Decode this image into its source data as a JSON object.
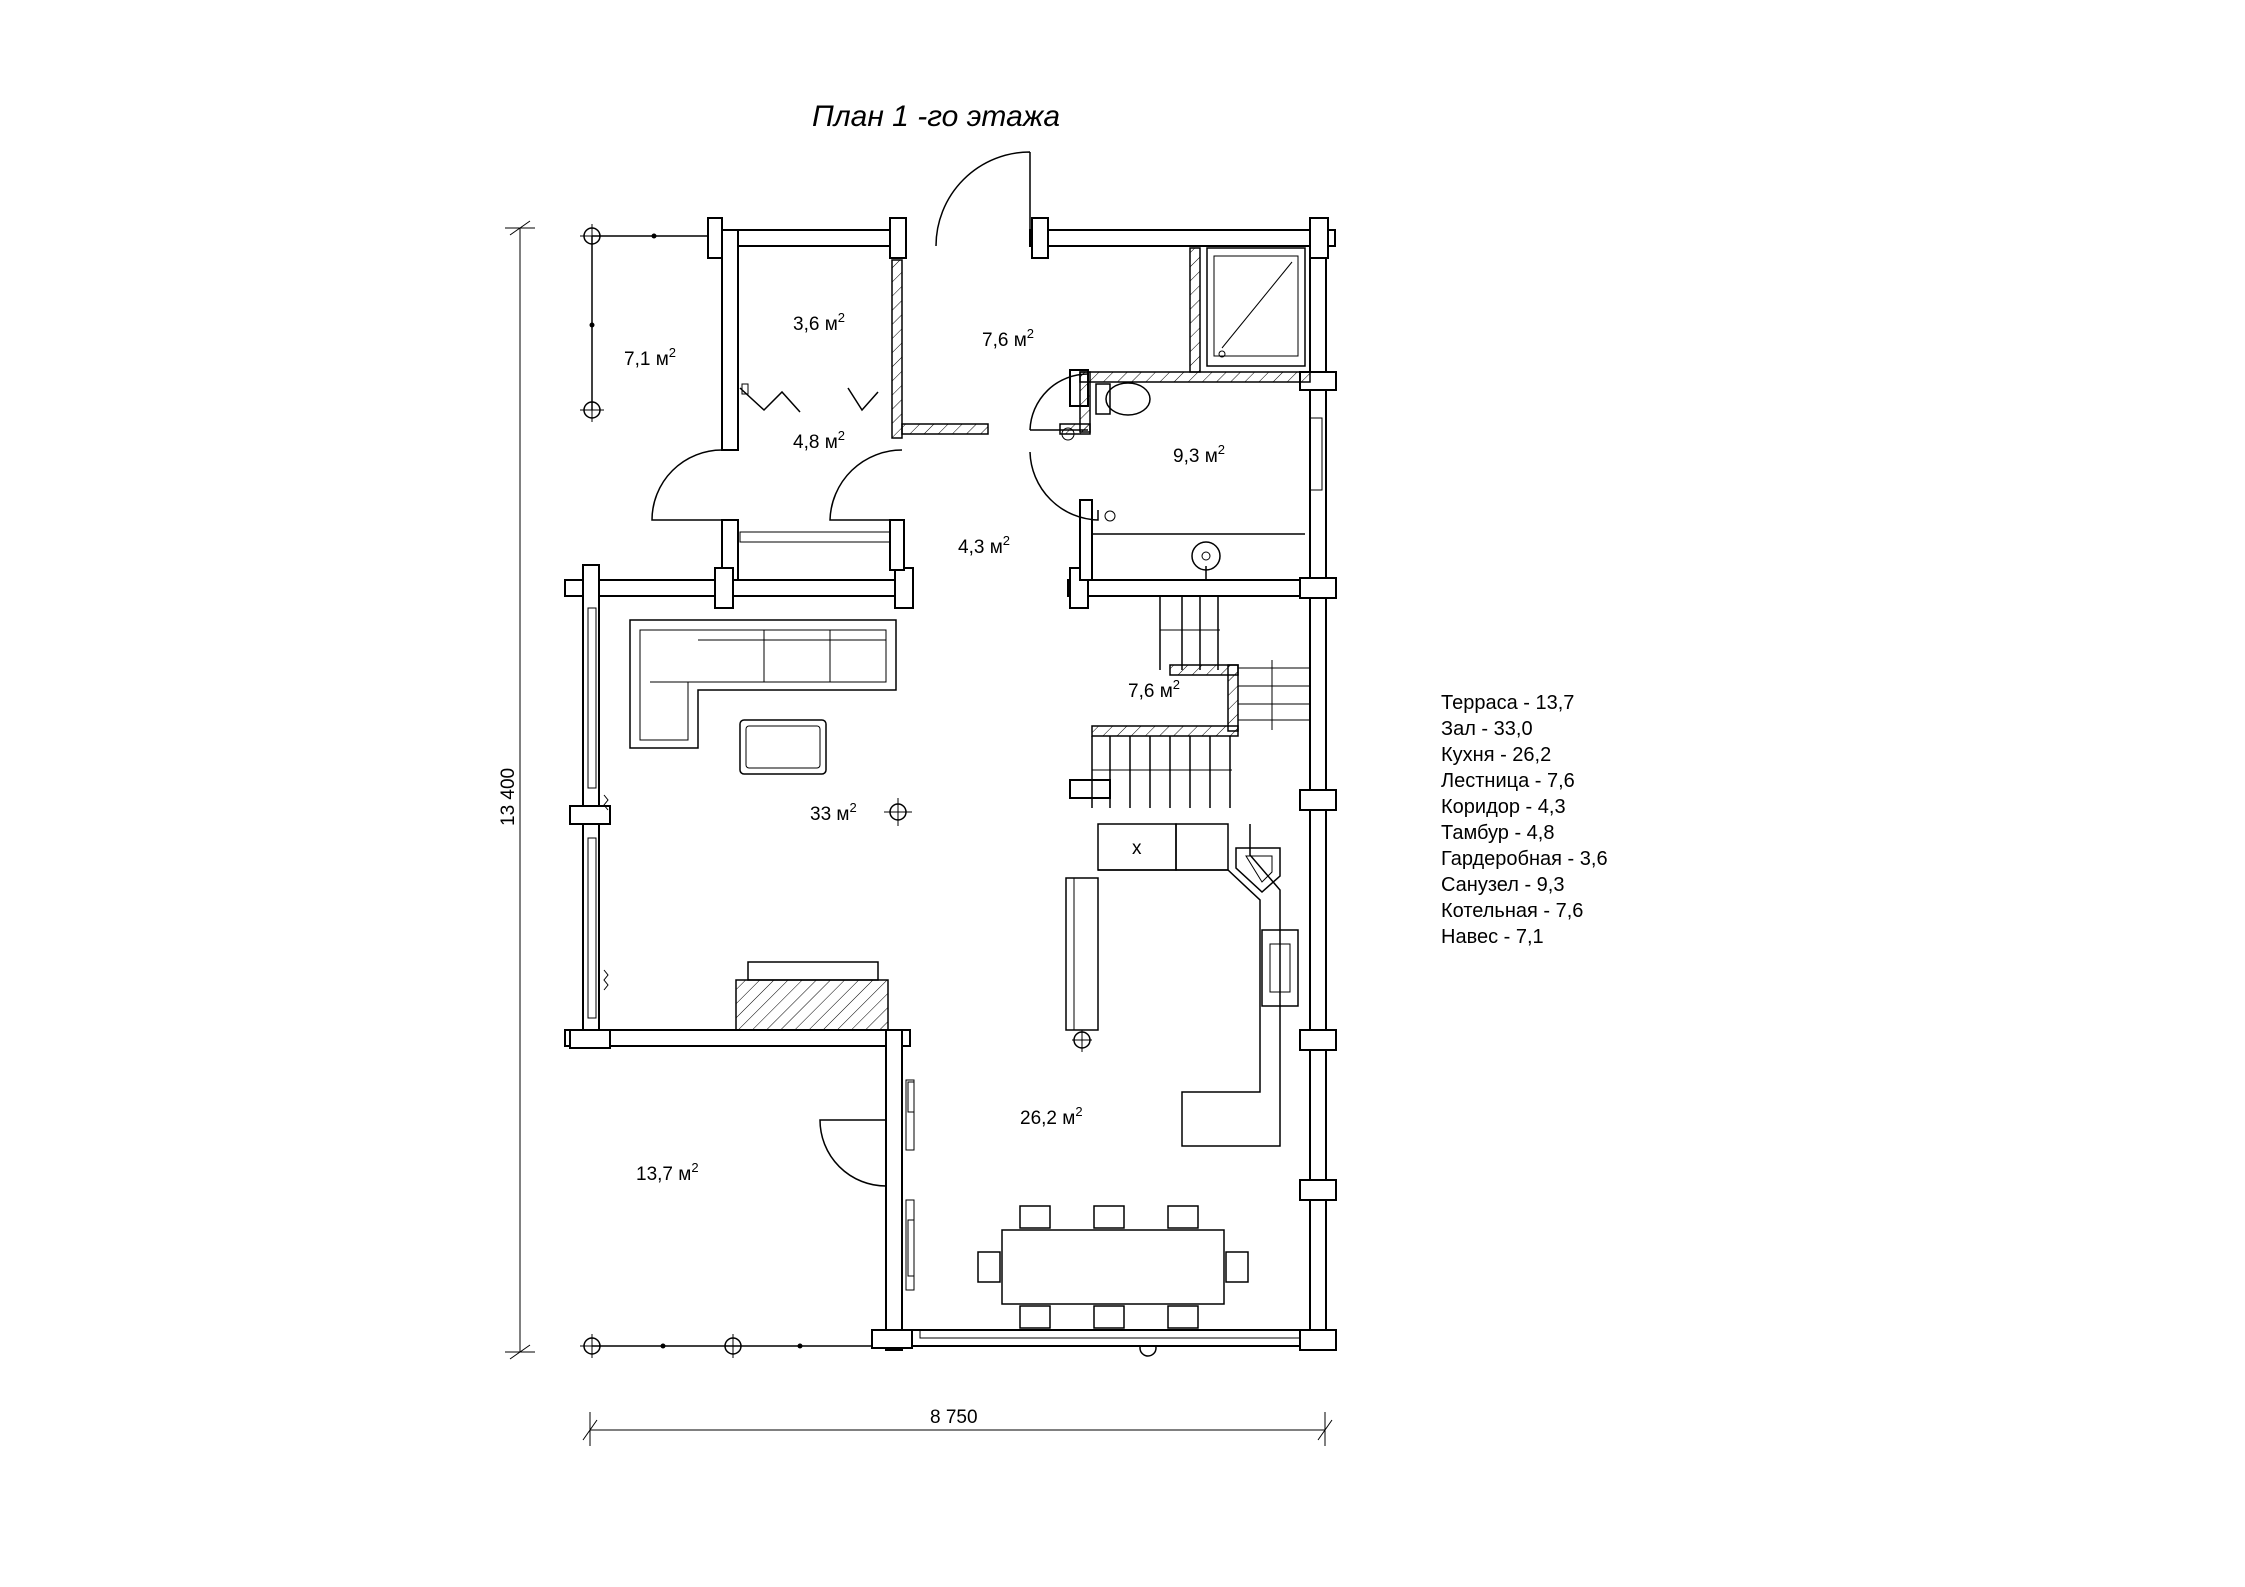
{
  "title": "План 1 -го этажа",
  "dimensions": {
    "height": "13 400",
    "width": "8 750"
  },
  "rooms": [
    {
      "id": "garderobnaya",
      "value": "3,6",
      "unit": "м",
      "sup": "2"
    },
    {
      "id": "kotelnaya",
      "value": "7,6",
      "unit": "м",
      "sup": "2"
    },
    {
      "id": "naves",
      "value": "7,1",
      "unit": "м",
      "sup": "2"
    },
    {
      "id": "tambur",
      "value": "4,8",
      "unit": "м",
      "sup": "2"
    },
    {
      "id": "sanuzel",
      "value": "9,3",
      "unit": "м",
      "sup": "2"
    },
    {
      "id": "koridor",
      "value": "4,3",
      "unit": "м",
      "sup": "2"
    },
    {
      "id": "lestnica",
      "value": "7,6",
      "unit": "м",
      "sup": "2"
    },
    {
      "id": "zal",
      "value": "33",
      "unit": "м",
      "sup": "2"
    },
    {
      "id": "kuhnya",
      "value": "26,2",
      "unit": "м",
      "sup": "2"
    },
    {
      "id": "terrasa",
      "value": "13,7",
      "unit": "м",
      "sup": "2"
    }
  ],
  "stove_mark": "x",
  "legend": [
    "Терраса - 13,7",
    "Зал - 33,0",
    "Кухня - 26,2",
    "Лестница - 7,6",
    "Коридор - 4,3",
    "Тамбур - 4,8",
    "Гардеробная - 3,6",
    "Санузел - 9,3",
    "Котельная - 7,6",
    "Навес - 7,1"
  ]
}
